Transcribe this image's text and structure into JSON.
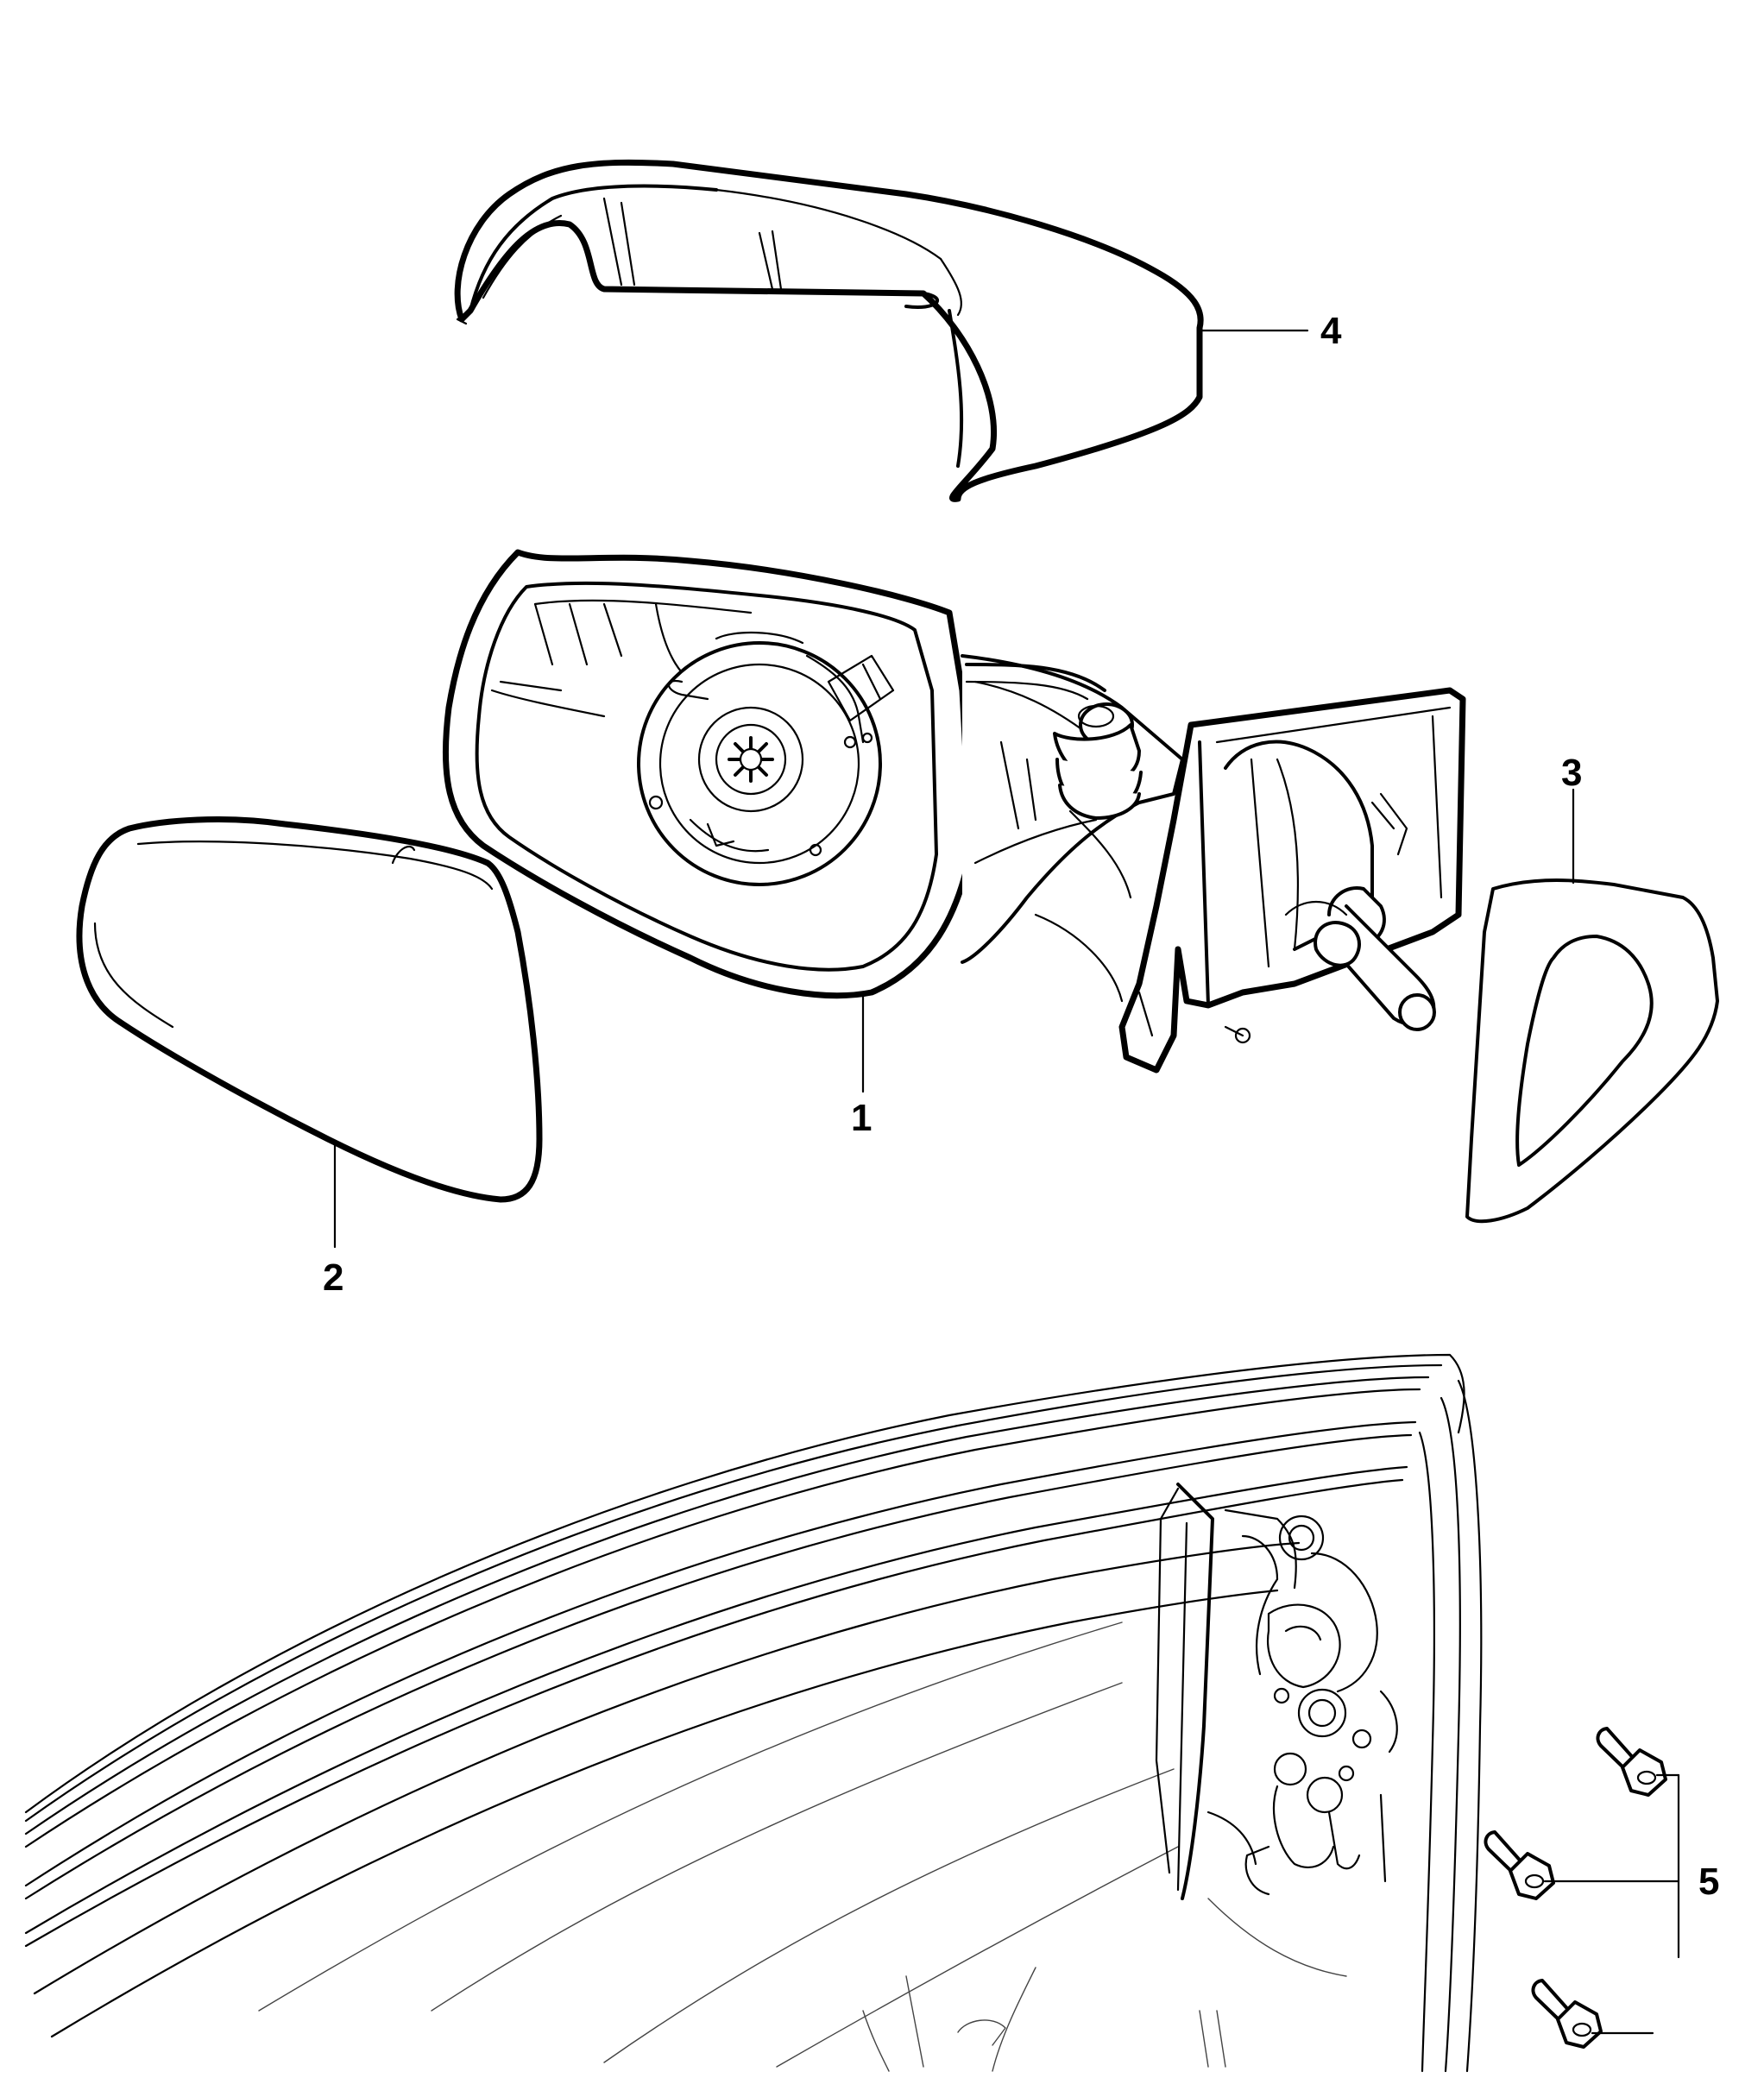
{
  "callouts": {
    "c1": "1",
    "c2": "2",
    "c3": "3",
    "c4": "4",
    "c5": "5"
  },
  "colors": {
    "line": "#000000",
    "background": "#ffffff",
    "gasket_fill": "#c8c8c8"
  }
}
